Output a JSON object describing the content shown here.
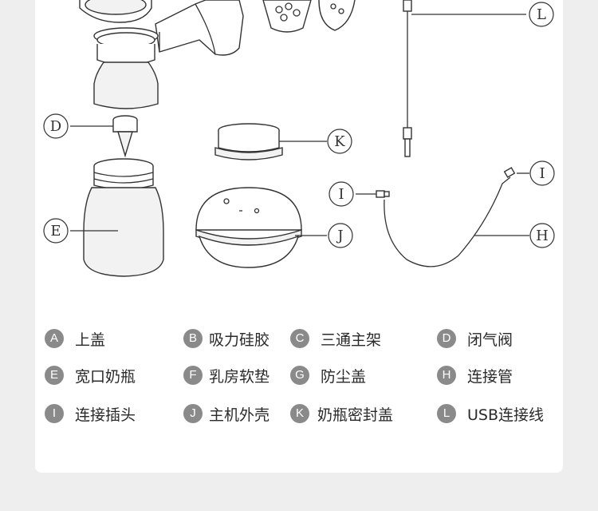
{
  "callouts": {
    "D": "D",
    "E": "E",
    "K": "K",
    "J": "J",
    "L": "L",
    "I1": "I",
    "I2": "I",
    "H": "H"
  },
  "legend": [
    {
      "letter": "A",
      "label": "上盖"
    },
    {
      "letter": "B",
      "label": "吸力硅胶"
    },
    {
      "letter": "C",
      "label": "三通主架"
    },
    {
      "letter": "D",
      "label": "闭气阀"
    },
    {
      "letter": "E",
      "label": "宽口奶瓶"
    },
    {
      "letter": "F",
      "label": "乳房软垫"
    },
    {
      "letter": "G",
      "label": "防尘盖"
    },
    {
      "letter": "H",
      "label": "连接管"
    },
    {
      "letter": "I",
      "label": "连接插头"
    },
    {
      "letter": "J",
      "label": "主机外壳"
    },
    {
      "letter": "K",
      "label": "奶瓶密封盖"
    },
    {
      "letter": "L",
      "label": "USB连接线"
    }
  ],
  "colors": {
    "badge": "#8a8a8a",
    "card": "#ffffff",
    "page": "#eeeeee"
  }
}
